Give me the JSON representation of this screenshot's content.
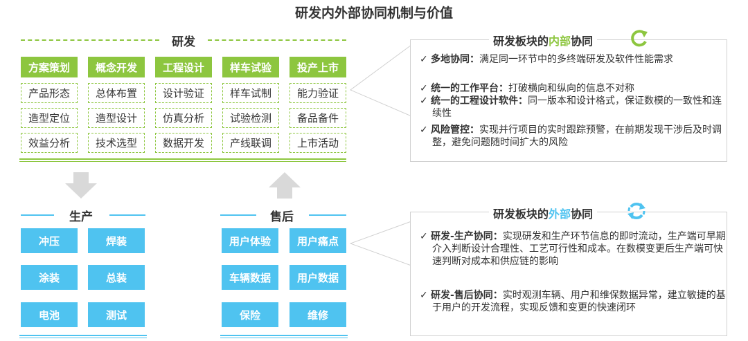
{
  "title": "研发内外部协同机制与价值",
  "rd": {
    "header": "研发",
    "columns": [
      {
        "head": "方案策划",
        "items": [
          "产品形态",
          "造型定位",
          "效益分析"
        ]
      },
      {
        "head": "概念开发",
        "items": [
          "总体布置",
          "造型设计",
          "技术选型"
        ]
      },
      {
        "head": "工程设计",
        "items": [
          "设计验证",
          "仿真分析",
          "数据开发"
        ]
      },
      {
        "head": "样车试验",
        "items": [
          "样车试制",
          "试验检测",
          "产线联调"
        ]
      },
      {
        "head": "投产上市",
        "items": [
          "能力验证",
          "备品备件",
          "上市活动"
        ]
      }
    ]
  },
  "production": {
    "header": "生产",
    "items": [
      "冲压",
      "焊装",
      "涂装",
      "总装",
      "电池",
      "测试"
    ]
  },
  "aftersales": {
    "header": "售后",
    "items": [
      "用户体验",
      "用户痛点",
      "车辆数据",
      "用户数据",
      "保险",
      "维修"
    ]
  },
  "internal": {
    "title_pre": "研发板块的",
    "title_hl": "内部",
    "title_post": "协同",
    "items": [
      {
        "label": "多地协同：",
        "text": "满足同一环节中的多终端研发及软件性能需求"
      },
      {
        "label": "统一的工作平台：",
        "text": "打破横向和纵向的信息不对称"
      },
      {
        "label": "统一的工程设计软件：",
        "text": "同一版本和设计格式，保证数模的一致性和连续性"
      },
      {
        "label": "风险管控：",
        "text": "实现并行项目的实时跟踪预警，在前期发现干涉后及时调整，避免问题随时间扩大的风险"
      }
    ]
  },
  "external": {
    "title_pre": "研发板块的",
    "title_hl": "外部",
    "title_post": "协同",
    "items": [
      {
        "label": "研发-生产协同：",
        "text": "实现研发和生产环节信息的即时流动，生产端可早期介入判断设计合理性、工艺可行性和成本。在数模变更后生产端可快速判断对成本和供应链的影响"
      },
      {
        "label": "研发-售后协同：",
        "text": "实时观测车辆、用户和维保数据异常，建立敏捷的基于用户的开发流程，实现反馈和变更的快速闭环"
      }
    ]
  },
  "colors": {
    "green": "#8dc63f",
    "blue": "#4fc3f0",
    "arrow": "#d9d9d9"
  },
  "icons": {
    "internal": "refresh-cycle-icon",
    "external": "recycle-arrows-icon"
  }
}
